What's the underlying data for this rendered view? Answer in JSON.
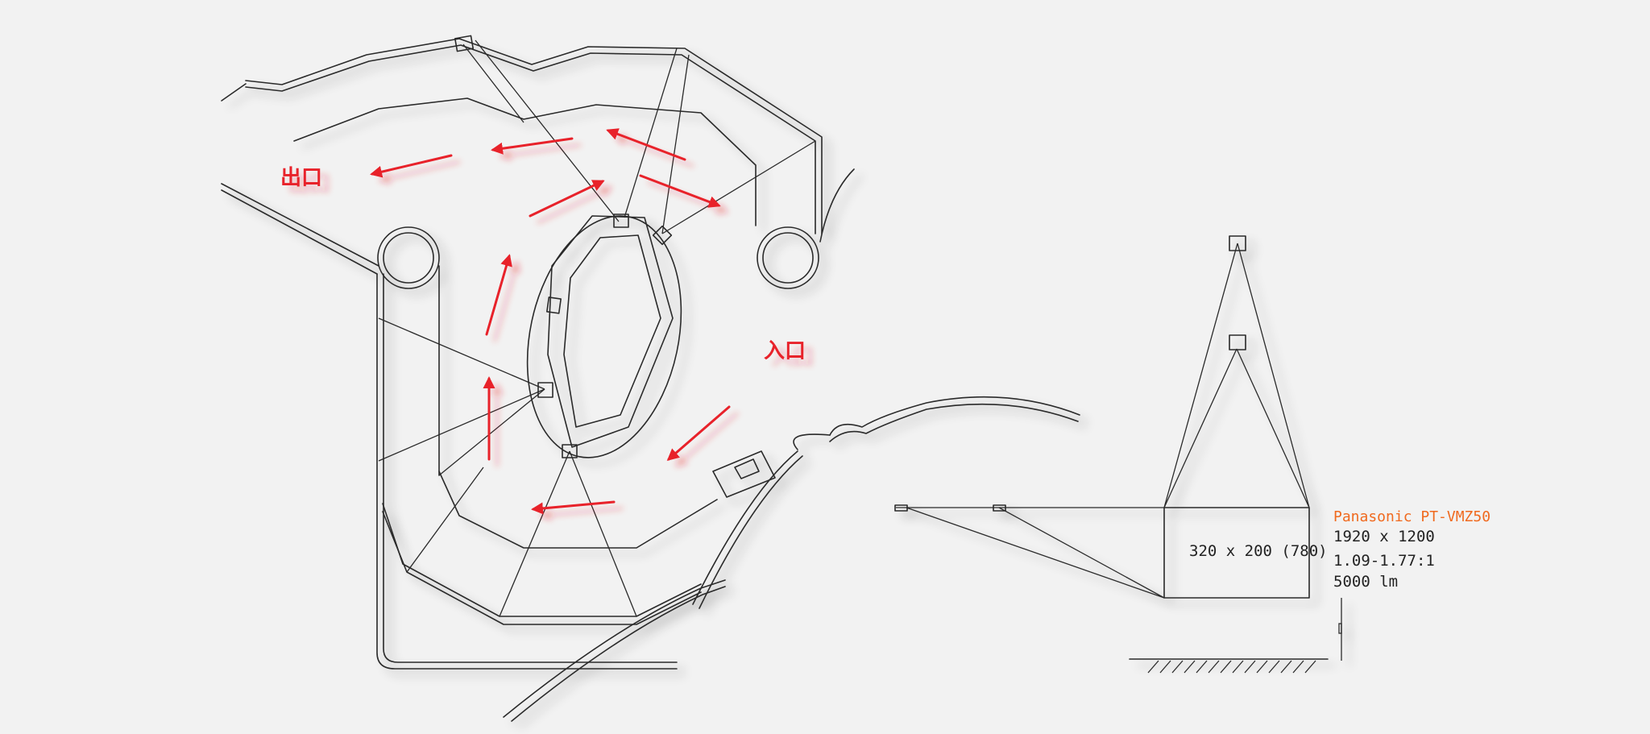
{
  "labels": {
    "exit": "出口",
    "entrance": "入口"
  },
  "projector": {
    "model": "Panasonic PT-VMZ50",
    "resolution": "1920 x 1200",
    "throw_ratio": "1.09-1.77:1",
    "brightness": "5000 lm"
  },
  "screen": {
    "dimension": "320 x 200 (780)"
  },
  "colors": {
    "arrow": "#e8202a",
    "brand": "#f06a1f",
    "line": "#2a2a2a",
    "background": "#f2f2f2"
  }
}
